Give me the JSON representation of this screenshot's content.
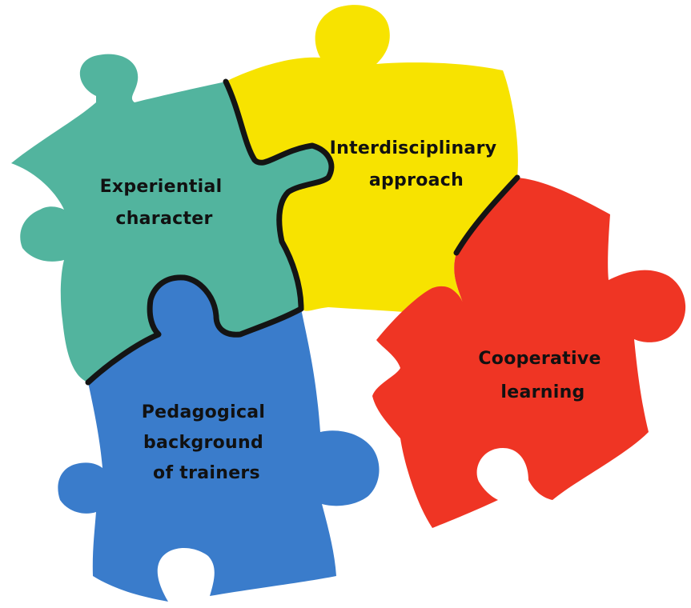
{
  "diagram": {
    "pieces": [
      {
        "id": "experiential",
        "color": "#52b49e",
        "lines": [
          "Experiential",
          "character"
        ]
      },
      {
        "id": "interdisciplinary",
        "color": "#f7e300",
        "lines": [
          "Interdisciplinary",
          "approach"
        ]
      },
      {
        "id": "pedagogical",
        "color": "#3a7ccb",
        "lines": [
          "Pedagogical",
          "background",
          "of trainers"
        ]
      },
      {
        "id": "cooperative",
        "color": "#ef3524",
        "lines": [
          "Cooperative",
          "learning"
        ]
      }
    ],
    "seam_color": "#141414"
  }
}
